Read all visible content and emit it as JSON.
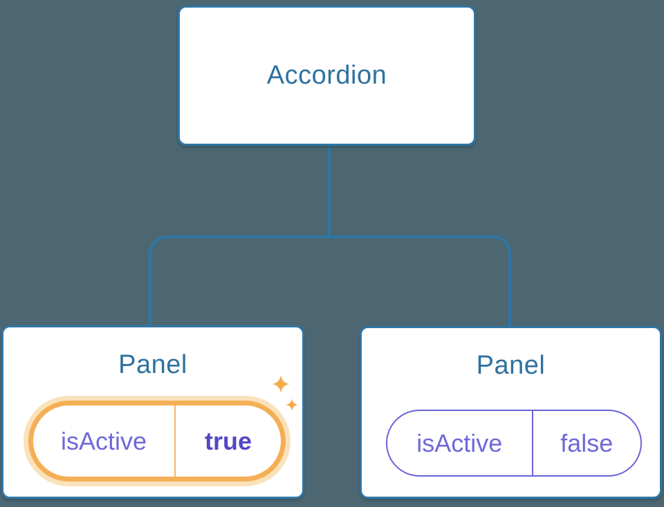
{
  "diagram": {
    "root": {
      "title": "Accordion"
    },
    "panels": [
      {
        "title": "Panel",
        "state_name": "isActive",
        "state_value": "true",
        "highlighted": true
      },
      {
        "title": "Panel",
        "state_name": "isActive",
        "state_value": "false",
        "highlighted": false
      }
    ]
  },
  "icons": {
    "sparkle_large": "sparkle-icon",
    "sparkle_small": "sparkle-icon"
  },
  "colors": {
    "background": "#4C6771",
    "node_background": "#FFFFFF",
    "node_border": "#2F76A6",
    "node_title": "#2F719F",
    "connector": "#2E76A6",
    "state_text": "#6F68D9",
    "state_value_active": "#5247C4",
    "active_ring": "#F4AF55",
    "active_glow": "#F9E2BB",
    "active_divider": "#F2B765",
    "sparkle": "#F3AC49"
  }
}
